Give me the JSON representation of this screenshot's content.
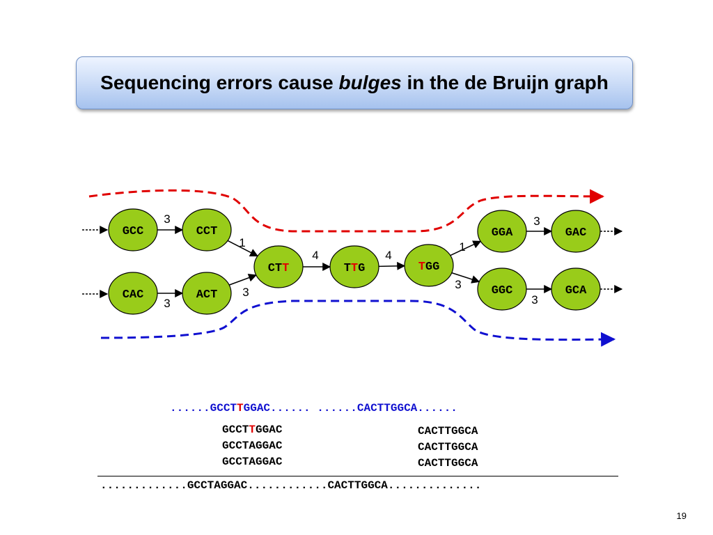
{
  "title": {
    "pre": "Sequencing errors cause ",
    "em": "bulges",
    "post": " in the de Bruijn graph"
  },
  "colors": {
    "node_fill": "#99cc1a",
    "error_base": "#e00000",
    "read_path_top": "#e00000",
    "read_path_bottom": "#1010d0",
    "aligned_text": "#1010d0"
  },
  "graph": {
    "nodes": [
      {
        "id": "GCC",
        "parts": [
          {
            "t": "GCC"
          }
        ]
      },
      {
        "id": "CCT",
        "parts": [
          {
            "t": "CCT"
          }
        ]
      },
      {
        "id": "CAC",
        "parts": [
          {
            "t": "CAC"
          }
        ]
      },
      {
        "id": "ACT",
        "parts": [
          {
            "t": "ACT"
          }
        ]
      },
      {
        "id": "CTT",
        "parts": [
          {
            "t": "CT"
          },
          {
            "t": "T",
            "err": true
          }
        ]
      },
      {
        "id": "TTG",
        "parts": [
          {
            "t": "T"
          },
          {
            "t": "T",
            "err": true
          },
          {
            "t": "G"
          }
        ]
      },
      {
        "id": "TGG",
        "parts": [
          {
            "t": "T",
            "err": true
          },
          {
            "t": "GG"
          }
        ]
      },
      {
        "id": "GGA",
        "parts": [
          {
            "t": "GGA"
          }
        ]
      },
      {
        "id": "GAC",
        "parts": [
          {
            "t": "GAC"
          }
        ]
      },
      {
        "id": "GGC",
        "parts": [
          {
            "t": "GGC"
          }
        ]
      },
      {
        "id": "GCA",
        "parts": [
          {
            "t": "GCA"
          }
        ]
      }
    ],
    "edges": [
      {
        "from": "GCC",
        "to": "CCT",
        "weight": "3"
      },
      {
        "from": "CAC",
        "to": "ACT",
        "weight": "3"
      },
      {
        "from": "CCT",
        "to": "CTT",
        "weight": "1"
      },
      {
        "from": "ACT",
        "to": "CTT",
        "weight": "3"
      },
      {
        "from": "CTT",
        "to": "TTG",
        "weight": "4"
      },
      {
        "from": "TTG",
        "to": "TGG",
        "weight": "4"
      },
      {
        "from": "TGG",
        "to": "GGA",
        "weight": "1"
      },
      {
        "from": "TGG",
        "to": "GGC",
        "weight": "3"
      },
      {
        "from": "GGA",
        "to": "GAC",
        "weight": "3"
      },
      {
        "from": "GGC",
        "to": "GCA",
        "weight": "3"
      }
    ]
  },
  "reads": {
    "top_line": [
      {
        "t": "......",
        "c": "blue"
      },
      {
        "t": "GCCT",
        "c": "blue"
      },
      {
        "t": "T",
        "c": "red"
      },
      {
        "t": "GGAC",
        "c": "blue"
      },
      {
        "t": "...... ......",
        "c": "blue"
      },
      {
        "t": "CACTTGGCA",
        "c": "blue"
      },
      {
        "t": "......",
        "c": "blue"
      }
    ],
    "left_reads": [
      [
        {
          "t": "GCCT"
        },
        {
          "t": "T",
          "c": "red"
        },
        {
          "t": "GGAC"
        }
      ],
      [
        {
          "t": "GCCTAGGAC"
        }
      ],
      [
        {
          "t": "GCCTAGGAC"
        }
      ]
    ],
    "right_reads": [
      [
        {
          "t": "CACTTGGCA"
        }
      ],
      [
        {
          "t": "CACTTGGCA"
        }
      ],
      [
        {
          "t": "CACTTGGCA"
        }
      ]
    ],
    "genome": ".............GCCTAGGAC............CACTTGGCA.............."
  },
  "page_number": "19"
}
